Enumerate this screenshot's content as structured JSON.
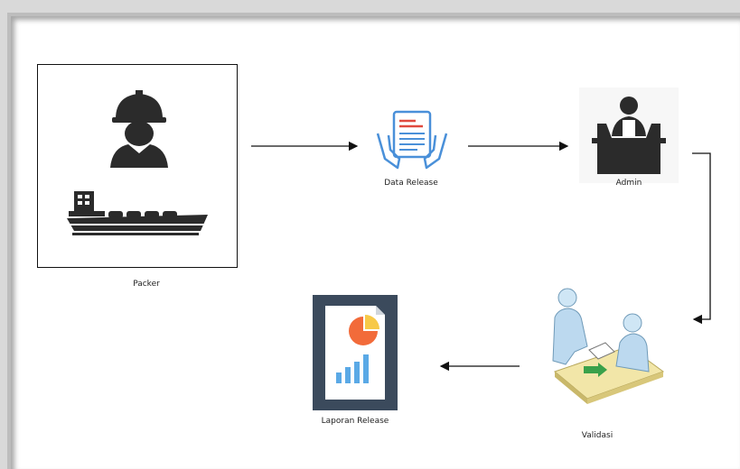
{
  "diagram": {
    "nodes": [
      {
        "id": "packer",
        "label": "Packer",
        "icons": [
          "worker-icon",
          "ship-icon"
        ]
      },
      {
        "id": "data_release",
        "label": "Data Release",
        "icon": "document-hands-icon"
      },
      {
        "id": "admin",
        "label": "Admin",
        "icon": "admin-desk-icon"
      },
      {
        "id": "validasi",
        "label": "Validasi",
        "icon": "meeting-icon"
      },
      {
        "id": "laporan_release",
        "label": "Laporan Release",
        "icon": "report-chart-icon"
      }
    ],
    "edges": [
      {
        "from": "packer",
        "to": "data_release"
      },
      {
        "from": "data_release",
        "to": "admin"
      },
      {
        "from": "admin",
        "to": "validasi"
      },
      {
        "from": "validasi",
        "to": "laporan_release"
      }
    ]
  },
  "colors": {
    "icon_dark": "#2b2b2b",
    "doc_blue": "#4a90d9",
    "doc_red": "#e04a3f",
    "report_bg": "#3b4a5c",
    "report_orange": "#f26b3a",
    "report_yellow": "#f7c948",
    "meeting_table": "#f2e6a8",
    "arrow_green": "#3aa14a"
  }
}
